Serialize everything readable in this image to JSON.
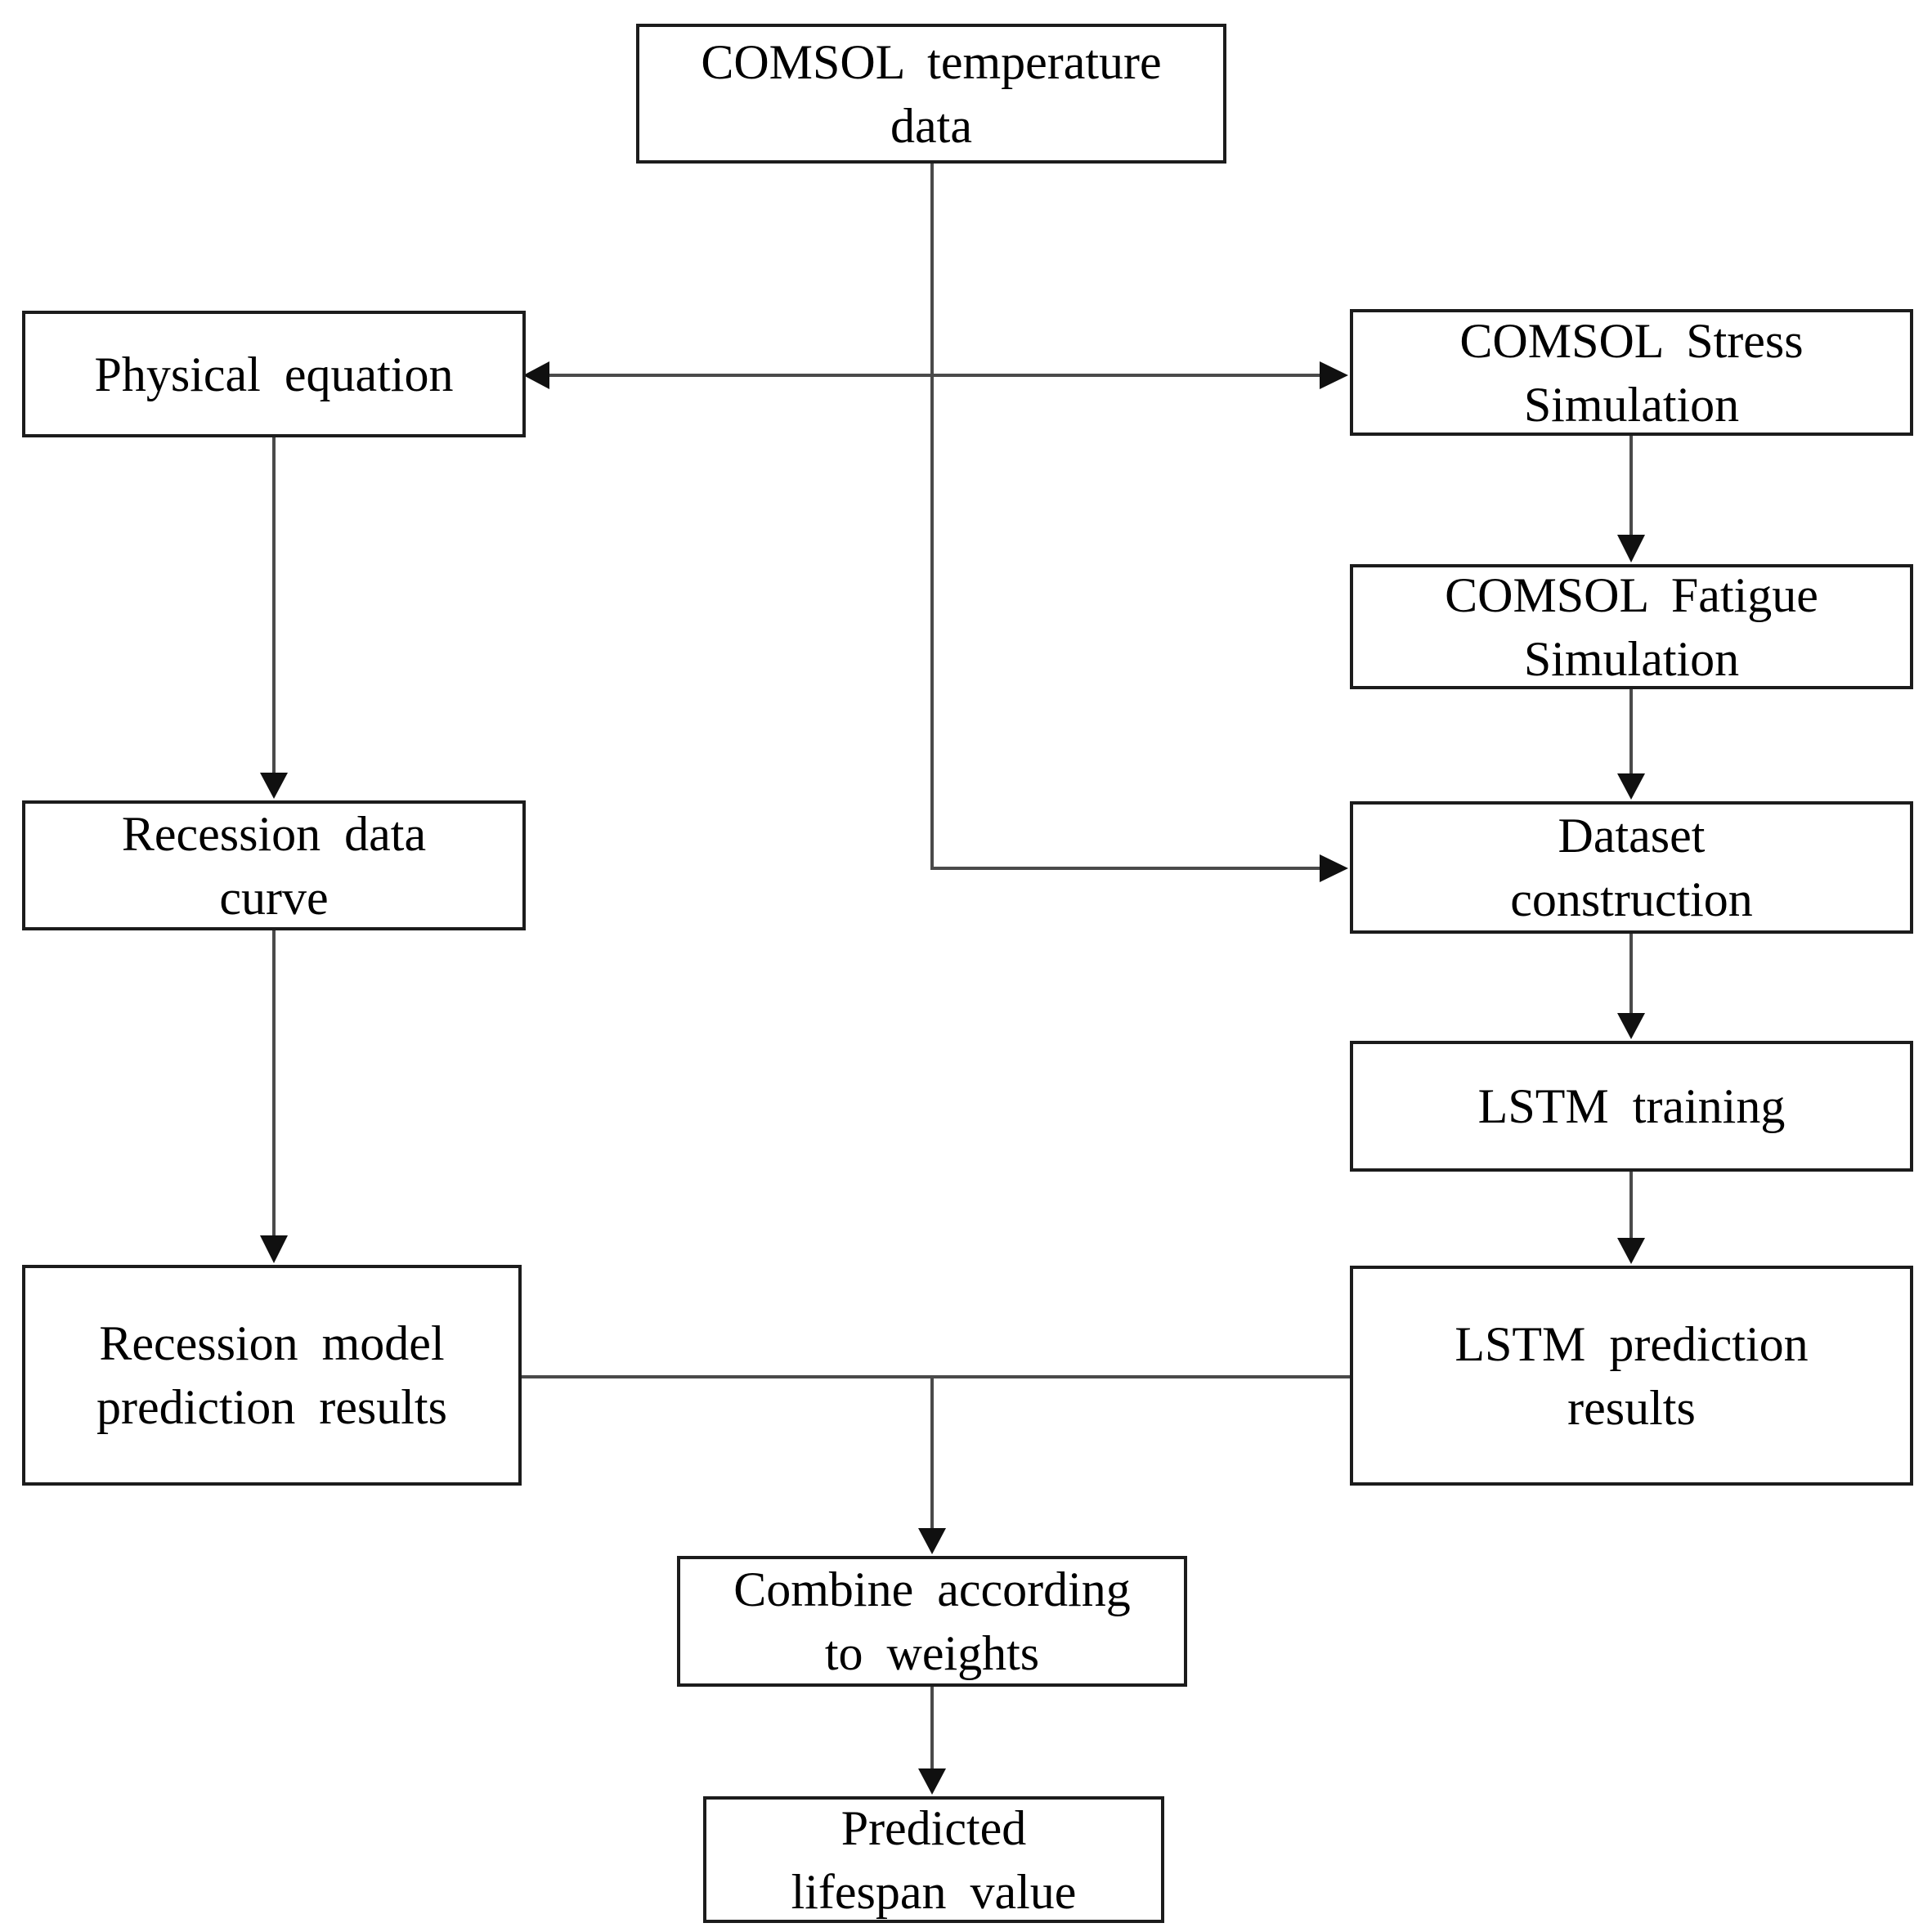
{
  "diagram": {
    "nodes": {
      "comsol_temperature_data": {
        "label": "COMSOL temperature\ndata"
      },
      "physical_equation": {
        "label": "Physical equation"
      },
      "comsol_stress_simulation": {
        "label": "COMSOL Stress\nSimulation"
      },
      "comsol_fatigue_simulation": {
        "label": "COMSOL Fatigue\nSimulation"
      },
      "recession_data_curve": {
        "label": "Recession data\ncurve"
      },
      "dataset_construction": {
        "label": "Dataset\nconstruction"
      },
      "lstm_training": {
        "label": "LSTM training"
      },
      "recession_model_prediction_results": {
        "label": "Recession model\nprediction results"
      },
      "lstm_prediction_results": {
        "label": "LSTM prediction\nresults"
      },
      "combine_according_to_weights": {
        "label": "Combine according\nto weights"
      },
      "predicted_lifespan_value": {
        "label": "Predicted\nlifespan value"
      }
    },
    "edges": [
      {
        "from": "comsol_temperature_data",
        "to": "dataset_construction",
        "arrows": "end"
      },
      {
        "from": "physical_equation",
        "to": "comsol_stress_simulation",
        "arrows": "both"
      },
      {
        "from": "physical_equation",
        "to": "recession_data_curve",
        "arrows": "end"
      },
      {
        "from": "comsol_stress_simulation",
        "to": "comsol_fatigue_simulation",
        "arrows": "end"
      },
      {
        "from": "comsol_fatigue_simulation",
        "to": "dataset_construction",
        "arrows": "end"
      },
      {
        "from": "recession_data_curve",
        "to": "recession_model_prediction_results",
        "arrows": "end"
      },
      {
        "from": "dataset_construction",
        "to": "lstm_training",
        "arrows": "end"
      },
      {
        "from": "lstm_training",
        "to": "lstm_prediction_results",
        "arrows": "end"
      },
      {
        "from": "recession_model_prediction_results",
        "to": "lstm_prediction_results",
        "arrows": "none"
      },
      {
        "from": "recession_model_prediction_results",
        "to": "combine_according_to_weights",
        "arrows": "end"
      },
      {
        "from": "lstm_prediction_results",
        "to": "combine_according_to_weights",
        "arrows": "end"
      },
      {
        "from": "combine_according_to_weights",
        "to": "predicted_lifespan_value",
        "arrows": "end"
      }
    ]
  },
  "colors": {
    "background": "#ffffff",
    "box-border": "#1c1c1c",
    "line": "#4a4a4a",
    "arrowhead": "#101010",
    "text": "#000000"
  }
}
